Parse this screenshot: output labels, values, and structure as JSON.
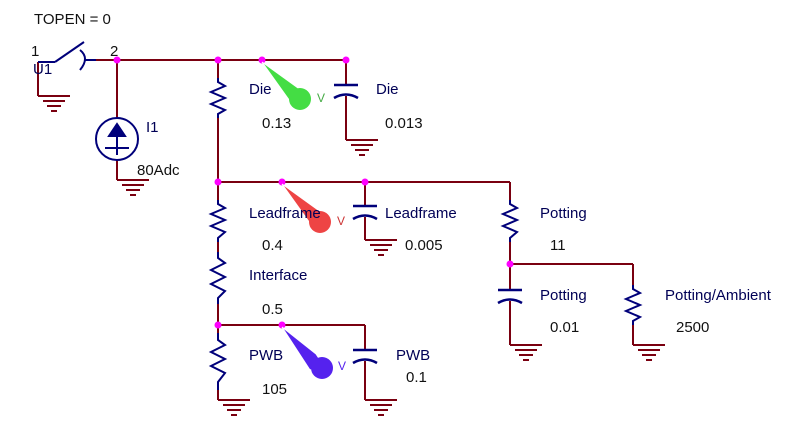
{
  "switch": {
    "parameter": "TOPEN = 0",
    "pin1": "1",
    "pin2": "2",
    "refdes": "U1"
  },
  "current_source": {
    "refdes": "I1",
    "value": "80Adc"
  },
  "components": {
    "r_die": {
      "name": "Die",
      "value": "0.13"
    },
    "c_die": {
      "name": "Die",
      "value": "0.013"
    },
    "r_leadframe": {
      "name": "Leadframe",
      "value": "0.4"
    },
    "c_leadframe": {
      "name": "Leadframe",
      "value": "0.005"
    },
    "r_interface": {
      "name": "Interface",
      "value": "0.5"
    },
    "r_pwb": {
      "name": "PWB",
      "value": "105"
    },
    "c_pwb": {
      "name": "PWB",
      "value": "0.1"
    },
    "r_potting": {
      "name": "Potting",
      "value": "11"
    },
    "c_potting": {
      "name": "Potting",
      "value": "0.01"
    },
    "r_potting_ambient": {
      "name": "Potting/Ambient",
      "value": "2500"
    }
  },
  "probes": [
    {
      "id": "probe-die",
      "label": "V",
      "color": "#44dd44"
    },
    {
      "id": "probe-leadframe",
      "label": "V",
      "color": "#ee4444"
    },
    {
      "id": "probe-pwb",
      "label": "V",
      "color": "#5522ee"
    }
  ],
  "colors": {
    "wire": "#7a0010",
    "component": "#00007a",
    "node": "#ff00ff",
    "ground": "#7a0010"
  }
}
